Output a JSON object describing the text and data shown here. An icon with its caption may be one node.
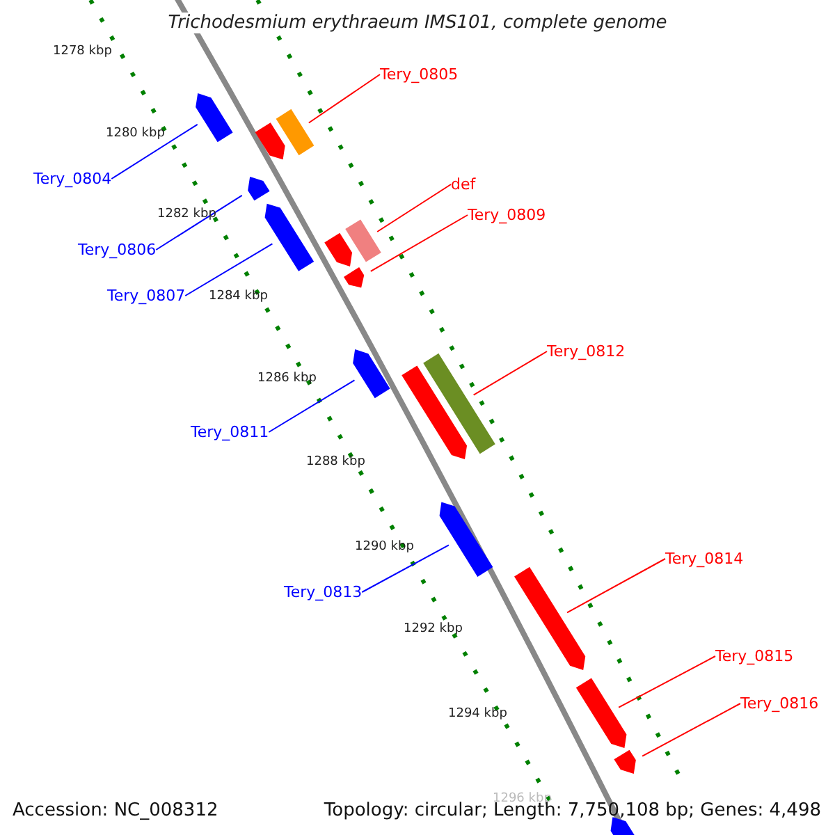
{
  "diagram": {
    "title": "Trichodesmium erythraeum IMS101, complete genome",
    "nodes": [
      {
        "text": [],
        "shape": "pentagon"
      },
      {
        "text": [],
        "shape": "box"
      },
      {
        "text": [],
        "shape": "pentagon"
      },
      {
        "text": [],
        "shape": "pentagon"
      },
      {
        "text": [],
        "shape": "pentagon"
      },
      {
        "text": [],
        "shape": "box"
      },
      {
        "text": [],
        "shape": "pentagon"
      },
      {
        "text": [],
        "shape": "pentagon"
      },
      {
        "text": [],
        "shape": "pentagon"
      },
      {
        "text": [],
        "shape": "box"
      },
      {
        "text": [],
        "shape": "pentagon"
      },
      {
        "text": [],
        "shape": "pentagon"
      },
      {
        "text": [],
        "shape": "pentagon"
      },
      {
        "text": [],
        "shape": "pentagon"
      },
      {
        "text": [],
        "shape": "pentagon"
      },
      {
        "text": [],
        "shape": "pentagon"
      },
      {
        "text": [
          "Tery_0805"
        ]
      },
      {
        "text": [
          "Tery_0804"
        ]
      },
      {
        "text": [
          "def"
        ]
      },
      {
        "text": [
          "Tery_0806"
        ]
      },
      {
        "text": [
          "Tery_0809"
        ]
      },
      {
        "text": [
          "Tery_0807"
        ]
      },
      {
        "text": [
          "Tery_0812"
        ]
      },
      {
        "text": [
          "Tery_0811"
        ]
      },
      {
        "text": [
          "Tery_0814"
        ]
      },
      {
        "text": [
          "Tery_0813"
        ]
      },
      {
        "text": [
          "Tery_0815"
        ]
      },
      {
        "text": [
          "Tery_0816"
        ]
      }
    ],
    "edges": [
      {
        "from": 16,
        "to": 1,
        "arrow": "none"
      },
      {
        "from": 17,
        "to": 0,
        "arrow": "none",
        "color": "#0000ff"
      },
      {
        "from": 18,
        "to": 5,
        "arrow": "none"
      },
      {
        "from": 19,
        "to": 3,
        "arrow": "none",
        "color": "#0000ff"
      },
      {
        "from": 20,
        "to": 7,
        "arrow": "none"
      },
      {
        "from": 21,
        "to": 4,
        "arrow": "none",
        "color": "#0000ff"
      },
      {
        "from": 22,
        "to": 9,
        "arrow": "none"
      },
      {
        "from": 23,
        "to": 8,
        "arrow": "none",
        "color": "#0000ff"
      },
      {
        "from": 24,
        "to": 12,
        "arrow": "none"
      },
      {
        "from": 25,
        "to": 11,
        "arrow": "none",
        "color": "#0000ff"
      },
      {
        "from": 26,
        "to": 13,
        "arrow": "none"
      },
      {
        "from": 27,
        "to": 14,
        "arrow": "none"
      }
    ],
    "labels": [
      "1278 kbp",
      "1280 kbp",
      "1282 kbp",
      "1284 kbp",
      "1286 kbp",
      "1288 kbp",
      "1290 kbp",
      "1292 kbp",
      "1294 kbp",
      "1296 kbp",
      "Accession: NC_008312",
      "Topology: circular; Length: 7,750,108 bp; Genes: 4,498"
    ]
  }
}
